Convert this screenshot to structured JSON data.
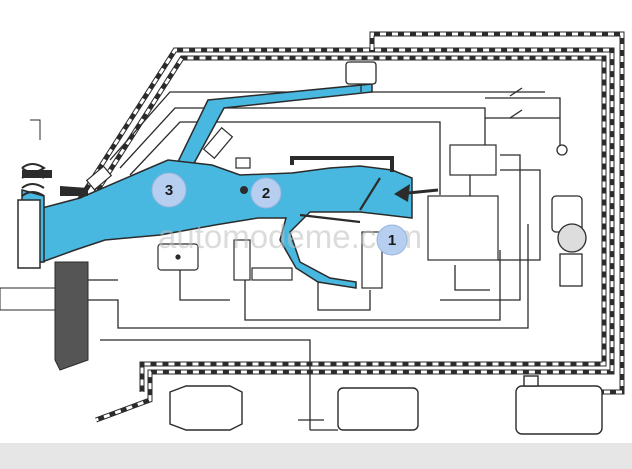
{
  "watermark": "automodeme.com",
  "callouts": [
    {
      "label": "1"
    },
    {
      "label": "2"
    },
    {
      "label": "3"
    }
  ],
  "colors": {
    "intake_fill": "#48b8e0",
    "callout_fill": "#b6cff0",
    "line": "#2b2b2b",
    "watermark": "#bdbdbd",
    "footer_band": "#e6e6e6"
  }
}
